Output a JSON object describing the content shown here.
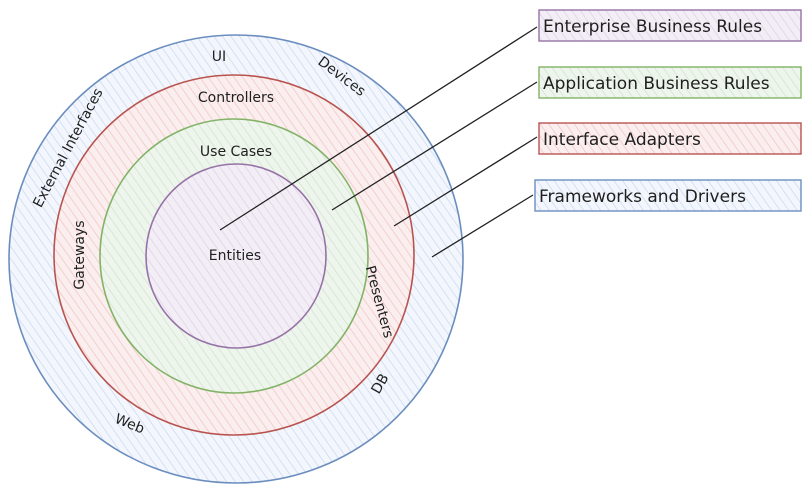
{
  "colors": {
    "frameworks": "#6c8ebf",
    "adapters": "#b85450",
    "application": "#82b366",
    "enterprise": "#9673a6",
    "frameworks_fill": "#dae8fc",
    "adapters_fill": "#f8cecc",
    "application_fill": "#d5e8d4",
    "enterprise_fill": "#e1d5e7",
    "text": "#1f1f1f"
  },
  "circle_labels": {
    "ui": "UI",
    "devices": "Devices",
    "external_interfaces": "External Interfaces",
    "web": "Web",
    "db": "DB",
    "controllers": "Controllers",
    "gateways": "Gateways",
    "presenters": "Presenters",
    "use_cases": "Use Cases",
    "entities": "Entities"
  },
  "legend": [
    {
      "key": "enterprise",
      "label": "Enterprise Business Rules"
    },
    {
      "key": "application",
      "label": "Application Business Rules"
    },
    {
      "key": "adapters",
      "label": "Interface Adapters"
    },
    {
      "key": "frameworks",
      "label": "Frameworks and Drivers"
    }
  ]
}
